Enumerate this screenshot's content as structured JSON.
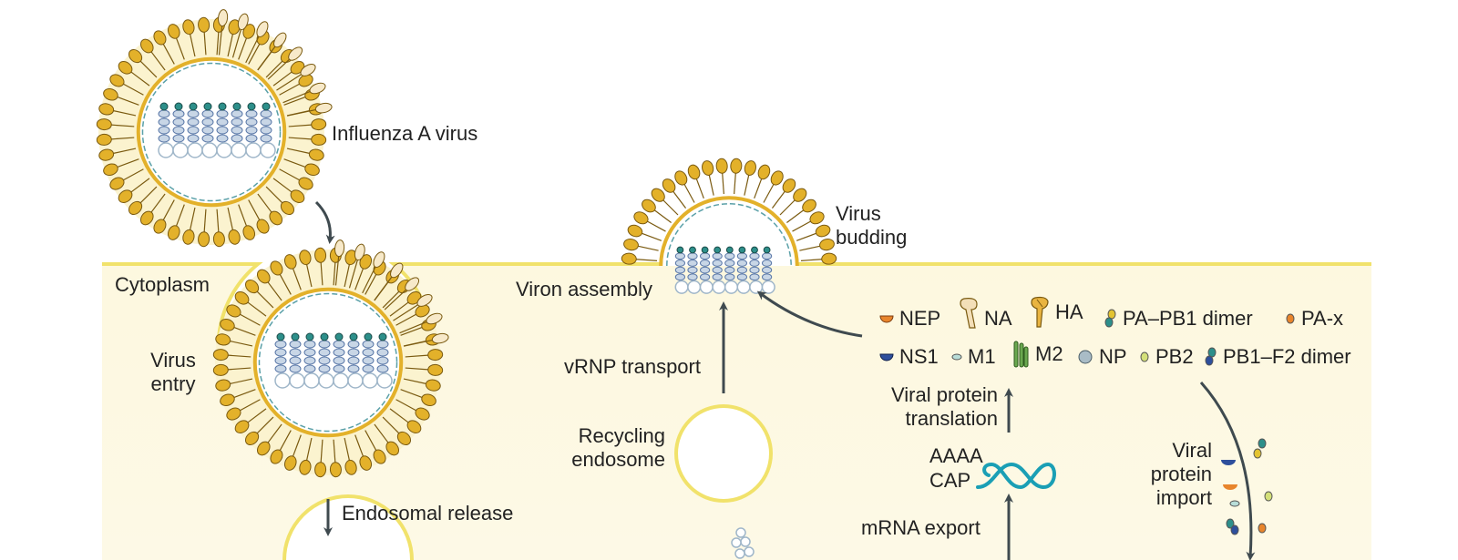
{
  "labels": {
    "influenza_virus": "Influenza A virus",
    "cytoplasm": "Cytoplasm",
    "virus_entry": "Virus\nentry",
    "endosomal_release": "Endosomal release",
    "virus_budding": "Virus\nbudding",
    "viron_assembly": "Viron assembly",
    "vrnp_transport": "vRNP transport",
    "recycling_endosome": "Recycling\nendosome",
    "viral_protein_translation": "Viral protein\ntranslation",
    "aaaa": "AAAA",
    "cap": "CAP",
    "mrna_export": "mRNA export",
    "viral_protein_import": "Viral\nprotein\nimport"
  },
  "legend": [
    {
      "name": "NEP",
      "icon": "half-disc-icon",
      "color": "#e8852c"
    },
    {
      "name": "NA",
      "icon": "mushroom-icon",
      "color": "#f3dfb8"
    },
    {
      "name": "HA",
      "icon": "hemagglutinin-icon",
      "color": "#e9b440"
    },
    {
      "name": "PA–PB1 dimer",
      "icon": "dimer-icon",
      "color": "#e3c330"
    },
    {
      "name": "PA-x",
      "icon": "oval-icon",
      "color": "#e8852c"
    },
    {
      "name": "NS1",
      "icon": "half-disc-icon",
      "color": "#2e4f9c"
    },
    {
      "name": "M1",
      "icon": "tiny-oval-icon",
      "color": "#b8ddd8"
    },
    {
      "name": "M2",
      "icon": "channel-icon",
      "color": "#6aa84f"
    },
    {
      "name": "NP",
      "icon": "circle-icon",
      "color": "#a9bcc6"
    },
    {
      "name": "PB2",
      "icon": "oval-icon",
      "color": "#d4e079"
    },
    {
      "name": "PB1–F2 dimer",
      "icon": "dimer-icon",
      "color": "#2d8f8a"
    }
  ],
  "colors": {
    "cytoplasm_fill": "#fdf8e0",
    "membrane": "#f1e26b",
    "lipid_head": "#e3b12a",
    "lipid_outline": "#7a5a10",
    "arrow": "#3f4a4f",
    "rna": "#1a9fb5"
  }
}
